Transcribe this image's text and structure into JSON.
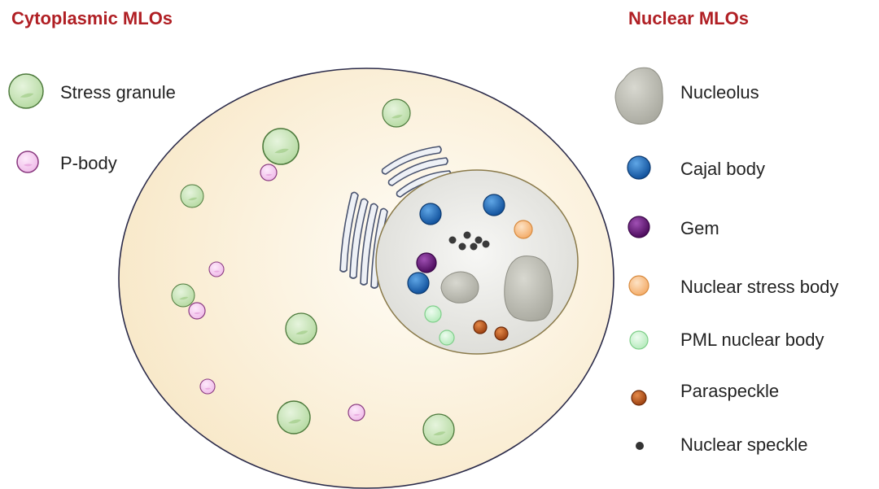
{
  "cytoplasmic": {
    "heading": "Cytoplasmic MLOs",
    "legend": [
      {
        "label": "Stress granule",
        "icon": "stress-granule-icon",
        "color": "#c5e3b4"
      },
      {
        "label": "P-body",
        "icon": "p-body-icon",
        "color": "#f5cdf0"
      }
    ]
  },
  "nuclear": {
    "heading": "Nuclear MLOs",
    "legend": [
      {
        "label": "Nucleolus",
        "icon": "nucleolus-icon",
        "color": "#c9c9c0"
      },
      {
        "label": "Cajal body",
        "icon": "cajal-body-icon",
        "color": "#1f6fbf"
      },
      {
        "label": "Gem",
        "icon": "gem-icon",
        "color": "#5e1170"
      },
      {
        "label": "Nuclear stress body",
        "icon": "nuclear-stress-body-icon",
        "color": "#f7bf88"
      },
      {
        "label": "PML nuclear body",
        "icon": "pml-nuclear-body-icon",
        "color": "#c9f2cf"
      },
      {
        "label": "Paraspeckle",
        "icon": "paraspeckle-icon",
        "color": "#c0571a"
      },
      {
        "label": "Nuclear speckle",
        "icon": "nuclear-speckle-icon",
        "color": "#333333"
      }
    ]
  },
  "colors": {
    "heading": "#b01f24",
    "cytoplasm": "#fbf0da",
    "nucleus": "#e6e6e2",
    "membrane": "#2b2b4a",
    "nuclear_envelope": "#8a7a4a"
  }
}
